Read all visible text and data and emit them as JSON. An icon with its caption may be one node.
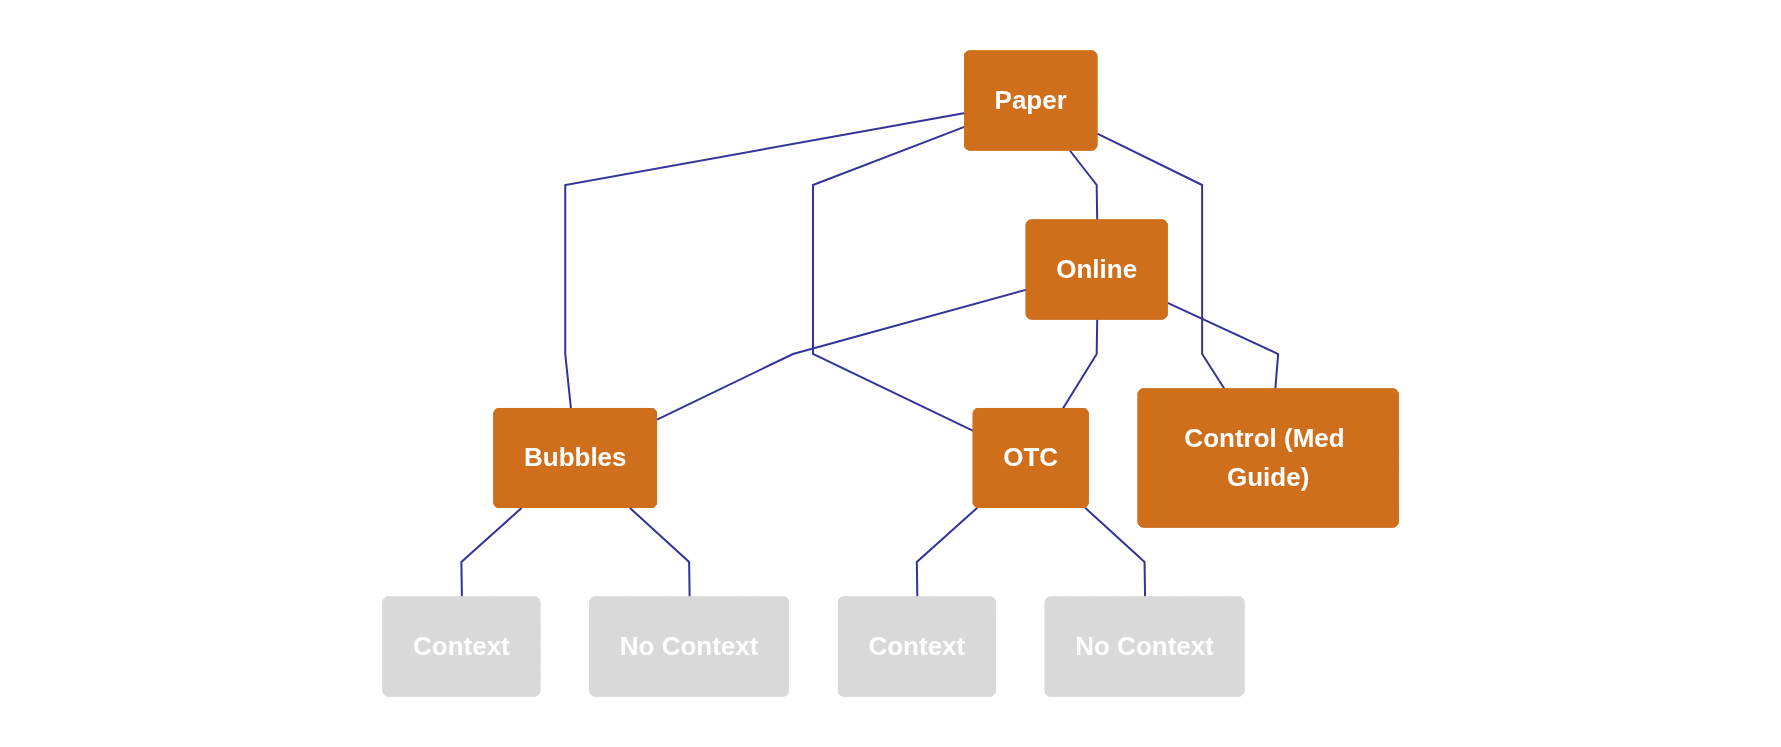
{
  "diagram": {
    "nodes": [
      {
        "text": [
          "Paper"
        ]
      },
      {
        "text": [
          "Online"
        ]
      },
      {
        "text": [
          "Bubbles"
        ]
      },
      {
        "text": [
          "OTC"
        ]
      },
      {
        "text": [
          "Control (Med Guide)"
        ]
      },
      {
        "text": [
          "Context"
        ]
      },
      {
        "text": [
          "No Context"
        ]
      },
      {
        "text": [
          "Context"
        ]
      },
      {
        "text": [
          "No Context"
        ]
      }
    ],
    "edges": [
      {
        "from": 0,
        "to": 1,
        "arrow": "none"
      },
      {
        "from": 0,
        "to": 2,
        "arrow": "none"
      },
      {
        "from": 0,
        "to": 3,
        "arrow": "none"
      },
      {
        "from": 0,
        "to": 4,
        "arrow": "none"
      },
      {
        "from": 1,
        "to": 2,
        "arrow": "none"
      },
      {
        "from": 1,
        "to": 3,
        "arrow": "none"
      },
      {
        "from": 1,
        "to": 4,
        "arrow": "none"
      },
      {
        "from": 2,
        "to": 5,
        "arrow": "none"
      },
      {
        "from": 2,
        "to": 6,
        "arrow": "none"
      },
      {
        "from": 3,
        "to": 7,
        "arrow": "none"
      },
      {
        "from": 3,
        "to": 8,
        "arrow": "none"
      }
    ]
  }
}
